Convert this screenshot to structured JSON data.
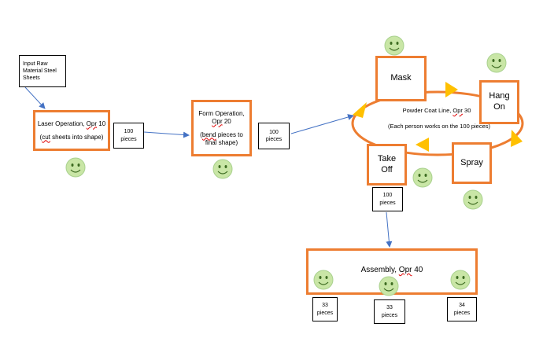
{
  "colors": {
    "process_border": "#ed7d31",
    "connector": "#4472c4",
    "loop_arrowhead": "#ffc000",
    "smiley_fill": "#c9e6a6",
    "smiley_stroke": "#a9d18e"
  },
  "icons": [
    "smiley-face-icon"
  ],
  "input": {
    "line1": "Input Raw",
    "line2": "Material Steel",
    "line3": "Sheets"
  },
  "laser": {
    "title_prefix": "Laser Operation, ",
    "title_code": "Opr",
    "title_suffix": " 10",
    "desc_word": "cut",
    "desc_rest": " sheets into shape)"
  },
  "qty1": {
    "number": "100",
    "unit": "pieces"
  },
  "form": {
    "title_line1": "Form Operation,",
    "title_code": "Opr",
    "title_num": " 20",
    "desc_word": "bend",
    "desc_rest": " pieces to",
    "desc_line2": "final shape)"
  },
  "qty2": {
    "number": "100",
    "unit": "pieces"
  },
  "powder": {
    "title_prefix": "Powder Coat Line, ",
    "title_code": "Opr",
    "title_suffix": " 30",
    "note": "(Each person works on the 100 pieces)"
  },
  "stations": {
    "mask": "Mask",
    "hang_line1": "Hang",
    "hang_line2": "On",
    "spray": "Spray",
    "takeoff_line1": "Take",
    "takeoff_line2": "Off"
  },
  "qty3": {
    "number": "100",
    "unit": "pieces"
  },
  "assembly": {
    "title_prefix": "Assembly, ",
    "title_code": "Opr",
    "title_suffix": " 40"
  },
  "qty_a": {
    "number": "33",
    "unit": "pieces"
  },
  "qty_b": {
    "number": "33",
    "unit": "pieces"
  },
  "qty_c": {
    "number": "34",
    "unit": "pieces"
  }
}
